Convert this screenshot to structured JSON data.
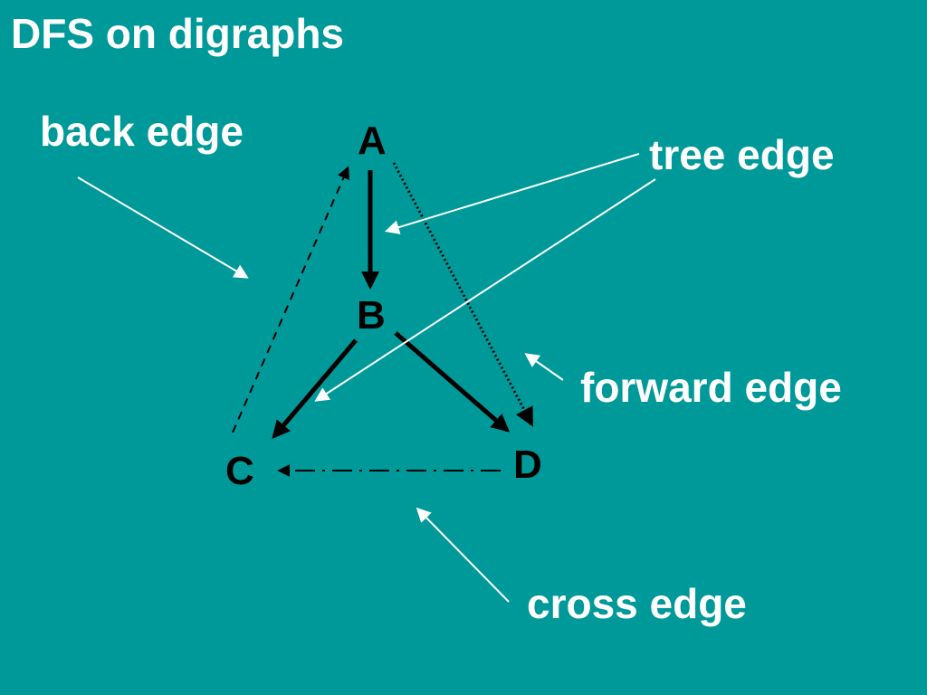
{
  "slide": {
    "title": "DFS on digraphs",
    "background_color": "#009999",
    "text_color": "#ffffff",
    "edge_color": "#000000"
  },
  "nodes": {
    "a": "A",
    "b": "B",
    "c": "C",
    "d": "D"
  },
  "edges": [
    {
      "from": "A",
      "to": "B",
      "kind": "tree",
      "style": "solid-thick"
    },
    {
      "from": "B",
      "to": "C",
      "kind": "tree",
      "style": "solid-thick"
    },
    {
      "from": "B",
      "to": "D",
      "kind": "tree",
      "style": "solid-thick"
    },
    {
      "from": "C",
      "to": "A",
      "kind": "back",
      "style": "dashed"
    },
    {
      "from": "A",
      "to": "D",
      "kind": "forward",
      "style": "dotted"
    },
    {
      "from": "D",
      "to": "C",
      "kind": "cross",
      "style": "dash-dot"
    }
  ],
  "labels": {
    "back_edge": "back edge",
    "tree_edge": "tree edge",
    "forward_edge": "forward edge",
    "cross_edge": "cross edge"
  }
}
